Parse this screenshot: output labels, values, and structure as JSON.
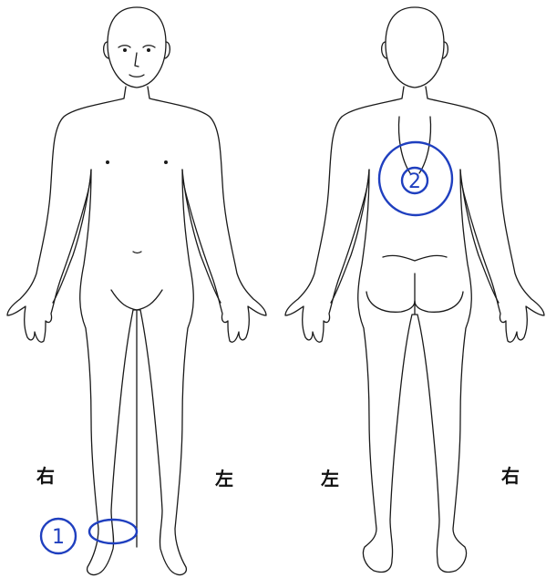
{
  "labels": {
    "front_right": "右",
    "front_left": "左",
    "back_left": "左",
    "back_right": "右"
  },
  "markers": [
    {
      "number": "1",
      "location": "front-right-ankle"
    },
    {
      "number": "2",
      "location": "back-upper-torso"
    }
  ],
  "colors": {
    "outline": "#1a1a1a",
    "marker": "#1f3fbf"
  }
}
